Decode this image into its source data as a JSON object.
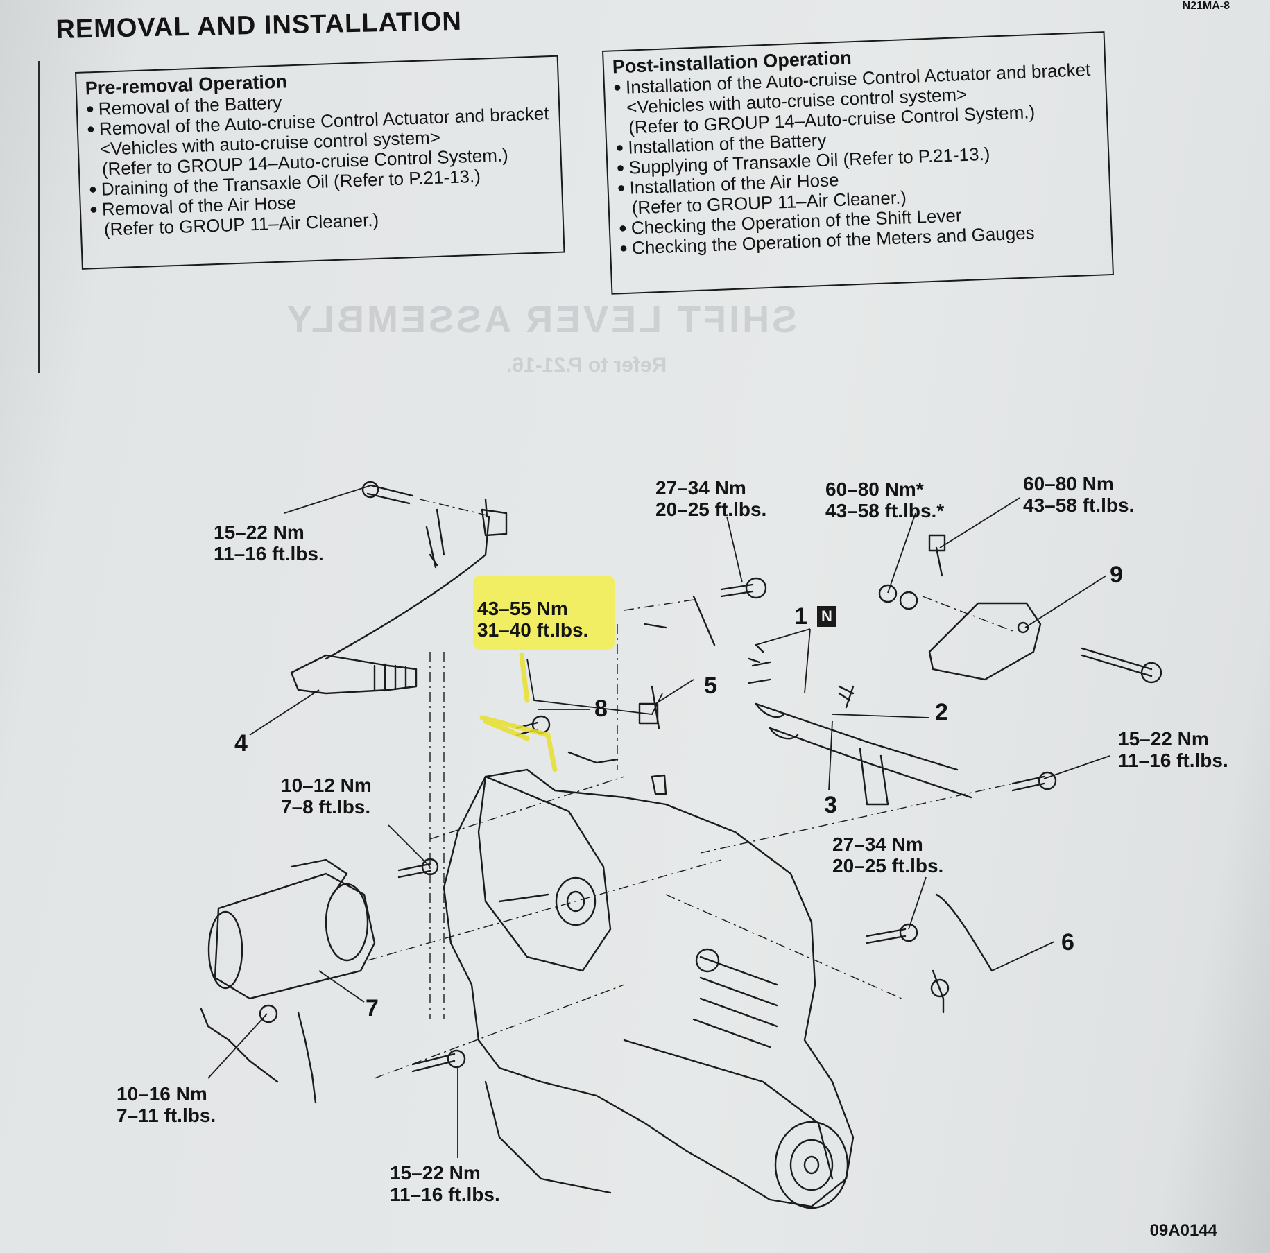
{
  "header": {
    "code": "N21MA-8",
    "title": "REMOVAL AND INSTALLATION"
  },
  "pre_removal": {
    "title": "Pre-removal Operation",
    "items": [
      {
        "text": "Removal of the Battery",
        "refs": []
      },
      {
        "text": "Removal of the Auto-cruise Control Actuator and bracket <Vehicles with auto-cruise control system>",
        "refs": [
          "(Refer to GROUP 14–Auto-cruise Control System.)"
        ]
      },
      {
        "text": "Draining of the Transaxle Oil (Refer to P.21-13.)",
        "refs": []
      },
      {
        "text": "Removal of the Air Hose",
        "refs": [
          "(Refer to GROUP 11–Air Cleaner.)"
        ]
      }
    ]
  },
  "post_installation": {
    "title": "Post-installation Operation",
    "items": [
      {
        "text": "Installation of the Auto-cruise Control Actuator and bracket <Vehicles with auto-cruise control system>",
        "refs": [
          "(Refer to GROUP 14–Auto-cruise Control System.)"
        ]
      },
      {
        "text": "Installation of the Battery",
        "refs": []
      },
      {
        "text": "Supplying of Transaxle Oil (Refer to P.21-13.)",
        "refs": []
      },
      {
        "text": "Installation of the Air Hose",
        "refs": [
          "(Refer to GROUP 11–Air Cleaner.)"
        ]
      },
      {
        "text": "Checking the Operation of the Shift Lever",
        "refs": []
      },
      {
        "text": "Checking the Operation of the Meters and Gauges",
        "refs": []
      }
    ]
  },
  "bleed_through": {
    "line1": "SHIFT LEVER ASSEMBLY",
    "line2": "Refer to P.21-16."
  },
  "torque_specs": {
    "top_left": {
      "nm": "15–22 Nm",
      "ftlb": "11–16 ft.lbs."
    },
    "highlighted": {
      "nm": "43–55 Nm",
      "ftlb": "31–40 ft.lbs."
    },
    "top_center": {
      "nm": "27–34 Nm",
      "ftlb": "20–25 ft.lbs."
    },
    "top_mid_right": {
      "nm": "60–80 Nm*",
      "ftlb": "43–58 ft.lbs.*"
    },
    "top_right": {
      "nm": "60–80 Nm",
      "ftlb": "43–58 ft.lbs."
    },
    "right": {
      "nm": "15–22 Nm",
      "ftlb": "11–16 ft.lbs."
    },
    "left_mid": {
      "nm": "10–12 Nm",
      "ftlb": "7–8 ft.lbs."
    },
    "center_right": {
      "nm": "27–34 Nm",
      "ftlb": "20–25 ft.lbs."
    },
    "bottom_left": {
      "nm": "10–16 Nm",
      "ftlb": "7–11 ft.lbs."
    },
    "bottom_center": {
      "nm": "15–22 Nm",
      "ftlb": "11–16 ft.lbs."
    }
  },
  "callouts": {
    "c1": "1",
    "c2": "2",
    "c3": "3",
    "c4": "4",
    "c5": "5",
    "c6": "6",
    "c7": "7",
    "c8": "8",
    "c9": "9",
    "n_badge": "N"
  },
  "highlight_color": "#f4ee4c",
  "footer": {
    "figure_code": "09A0144"
  }
}
